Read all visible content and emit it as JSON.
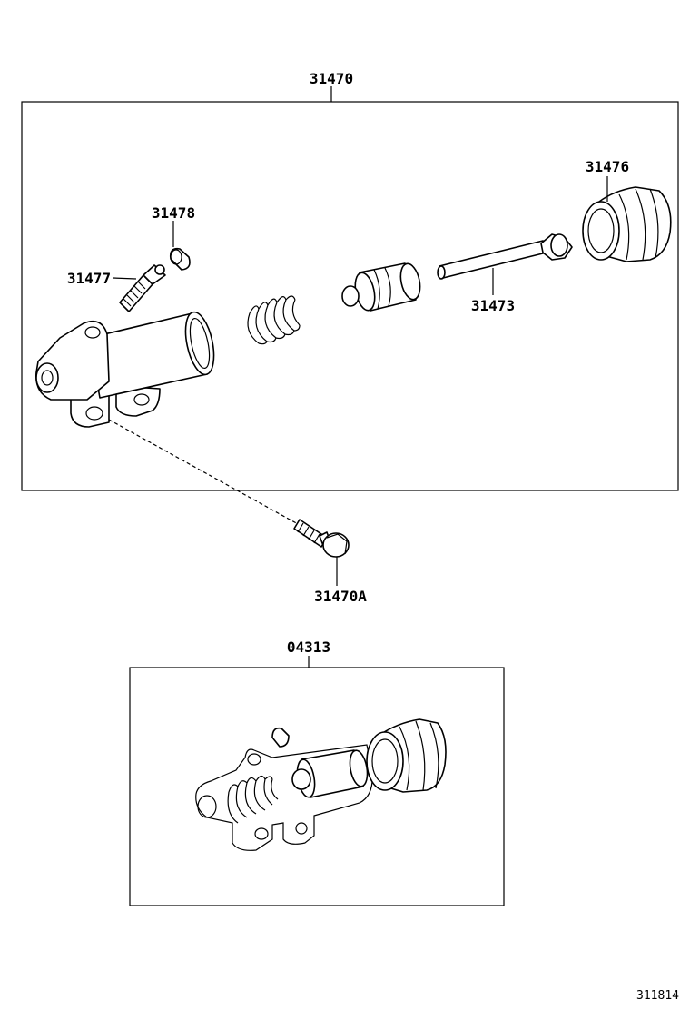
{
  "labels": {
    "assembly": "31470",
    "cap": "31478",
    "bleeder": "31477",
    "boot": "31476",
    "rod": "31473",
    "bolt": "31470A",
    "kit": "04313"
  },
  "drawing_code": "311814",
  "colors": {
    "ink": "#000000",
    "paper": "#ffffff"
  }
}
